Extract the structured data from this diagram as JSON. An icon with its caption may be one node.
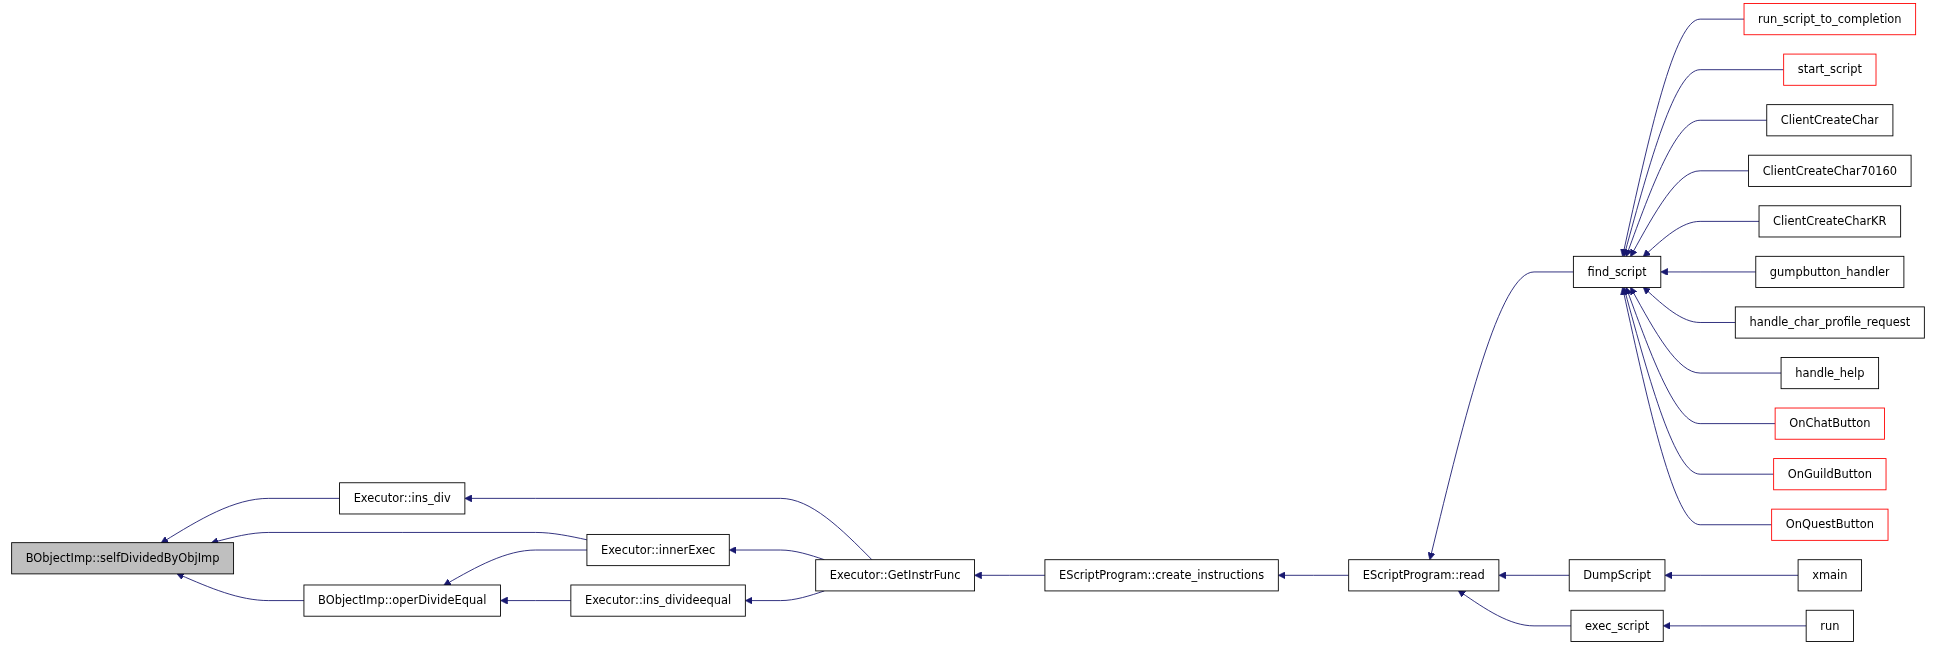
{
  "diagram": {
    "nodes": [
      {
        "text": [
          "BObjectImp::selfDividedByObjImp"
        ]
      },
      {
        "text": [
          "Executor::ins_div"
        ]
      },
      {
        "text": [
          "Executor::innerExec"
        ]
      },
      {
        "text": [
          "BObjectImp::operDivideEqual"
        ]
      },
      {
        "text": [
          "Executor::ins_divideequal"
        ]
      },
      {
        "text": [
          "Executor::GetInstrFunc"
        ]
      },
      {
        "text": [
          "EScriptProgram::create_instructions"
        ]
      },
      {
        "text": [
          "EScriptProgram::read"
        ]
      },
      {
        "text": [
          "find_script"
        ]
      },
      {
        "text": [
          "DumpScript"
        ]
      },
      {
        "text": [
          "exec_script"
        ]
      },
      {
        "text": [
          "run_script_to_completion"
        ]
      },
      {
        "text": [
          "start_script"
        ]
      },
      {
        "text": [
          "ClientCreateChar"
        ]
      },
      {
        "text": [
          "ClientCreateChar70160"
        ]
      },
      {
        "text": [
          "ClientCreateCharKR"
        ]
      },
      {
        "text": [
          "gumpbutton_handler"
        ]
      },
      {
        "text": [
          "handle_char_profile_request"
        ]
      },
      {
        "text": [
          "handle_help"
        ]
      },
      {
        "text": [
          "OnChatButton"
        ]
      },
      {
        "text": [
          "OnGuildButton"
        ]
      },
      {
        "text": [
          "OnQuestButton"
        ]
      },
      {
        "text": [
          "xmain"
        ]
      },
      {
        "text": [
          "run"
        ]
      }
    ],
    "edges": [
      {
        "from": 1,
        "to": 0,
        "arrow": "to"
      },
      {
        "from": 2,
        "to": 0,
        "arrow": "to"
      },
      {
        "from": 3,
        "to": 0,
        "arrow": "to"
      },
      {
        "from": 5,
        "to": 1,
        "arrow": "to"
      },
      {
        "from": 5,
        "to": 2,
        "arrow": "to"
      },
      {
        "from": 2,
        "to": 3,
        "arrow": "to"
      },
      {
        "from": 4,
        "to": 3,
        "arrow": "to"
      },
      {
        "from": 5,
        "to": 4,
        "arrow": "to"
      },
      {
        "from": 6,
        "to": 5,
        "arrow": "to"
      },
      {
        "from": 7,
        "to": 6,
        "arrow": "to"
      },
      {
        "from": 8,
        "to": 7,
        "arrow": "to"
      },
      {
        "from": 9,
        "to": 7,
        "arrow": "to"
      },
      {
        "from": 10,
        "to": 7,
        "arrow": "to"
      },
      {
        "from": 11,
        "to": 8,
        "arrow": "to"
      },
      {
        "from": 12,
        "to": 8,
        "arrow": "to"
      },
      {
        "from": 13,
        "to": 8,
        "arrow": "to"
      },
      {
        "from": 14,
        "to": 8,
        "arrow": "to"
      },
      {
        "from": 15,
        "to": 8,
        "arrow": "to"
      },
      {
        "from": 16,
        "to": 8,
        "arrow": "to"
      },
      {
        "from": 17,
        "to": 8,
        "arrow": "to"
      },
      {
        "from": 18,
        "to": 8,
        "arrow": "to"
      },
      {
        "from": 19,
        "to": 8,
        "arrow": "to"
      },
      {
        "from": 20,
        "to": 8,
        "arrow": "to"
      },
      {
        "from": 21,
        "to": 8,
        "arrow": "to"
      },
      {
        "from": 22,
        "to": 9,
        "arrow": "to"
      },
      {
        "from": 23,
        "to": 10,
        "arrow": "to"
      }
    ]
  }
}
